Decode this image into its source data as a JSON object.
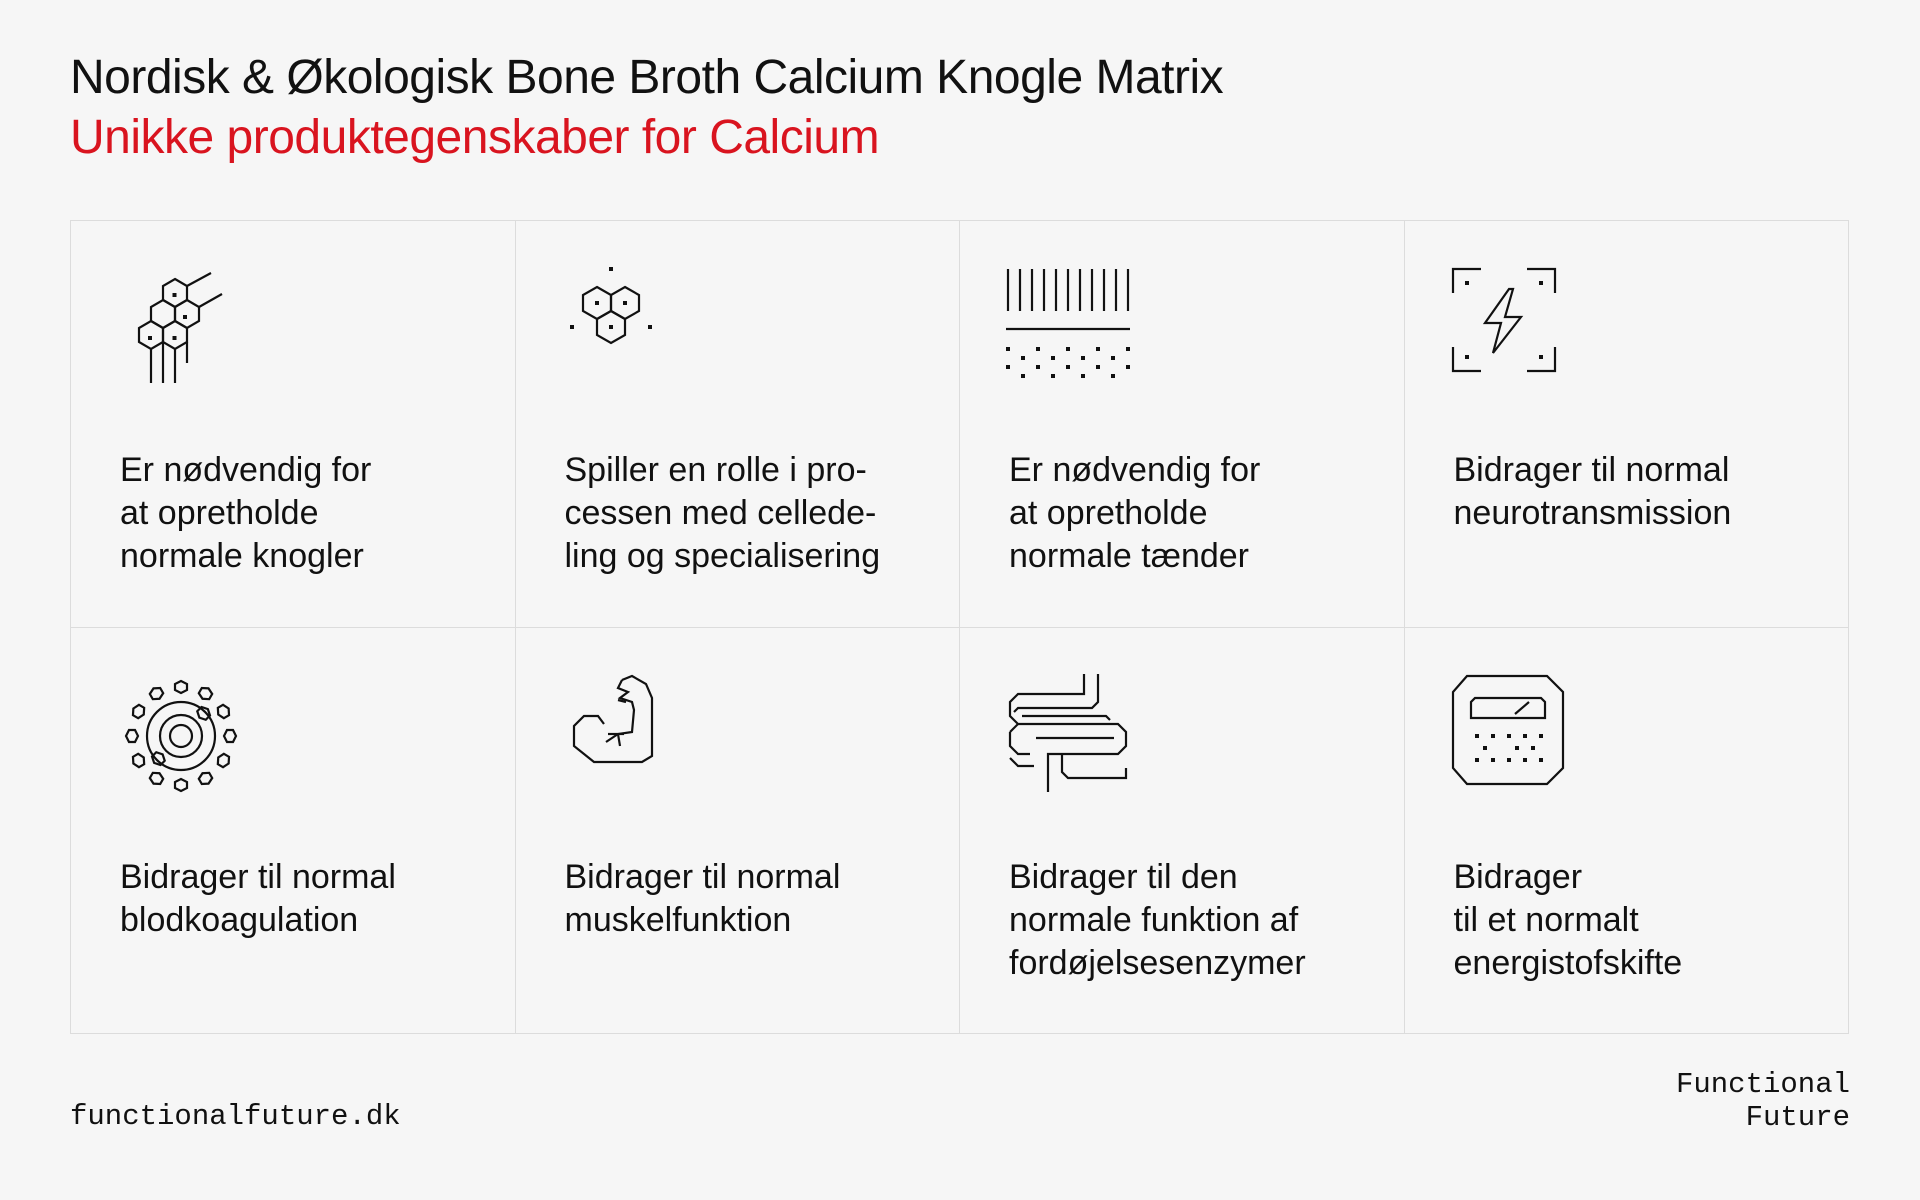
{
  "header": {
    "title": "Nordisk & Økologisk Bone Broth Calcium Knogle Matrix",
    "subtitle": "Unikke produktegenskaber for Calcium"
  },
  "colors": {
    "accent": "#d9141f",
    "background": "#f6f6f6",
    "text": "#111111",
    "grid_line": "#dcdcdc"
  },
  "cards": [
    {
      "icon": "molecule-bone-icon",
      "text": "Er nødvendig for\nat opretholde\nnormale knogler"
    },
    {
      "icon": "cell-division-icon",
      "text": "Spiller en rolle i pro-\ncessen med cellede-\nling og specialisering"
    },
    {
      "icon": "teeth-lines-icon",
      "text": "Er nødvendig for\nat opretholde\nnormale tænder"
    },
    {
      "icon": "lightning-frame-icon",
      "text": "Bidrager til normal\nneurotransmission"
    },
    {
      "icon": "blood-cell-ring-icon",
      "text": "Bidrager til normal\nblodkoagulation"
    },
    {
      "icon": "flexed-arm-icon",
      "text": "Bidrager til normal\nmuskelfunktion"
    },
    {
      "icon": "intestine-icon",
      "text": "Bidrager til den\nnormale funktion af\nfordøjelsesenzymer"
    },
    {
      "icon": "energy-meter-icon",
      "text": "Bidrager\ntil et normalt\nenergistofskifte"
    }
  ],
  "footer": {
    "url": "functionalfuture.dk",
    "brand_line1": "Functional",
    "brand_line2": "Future"
  }
}
